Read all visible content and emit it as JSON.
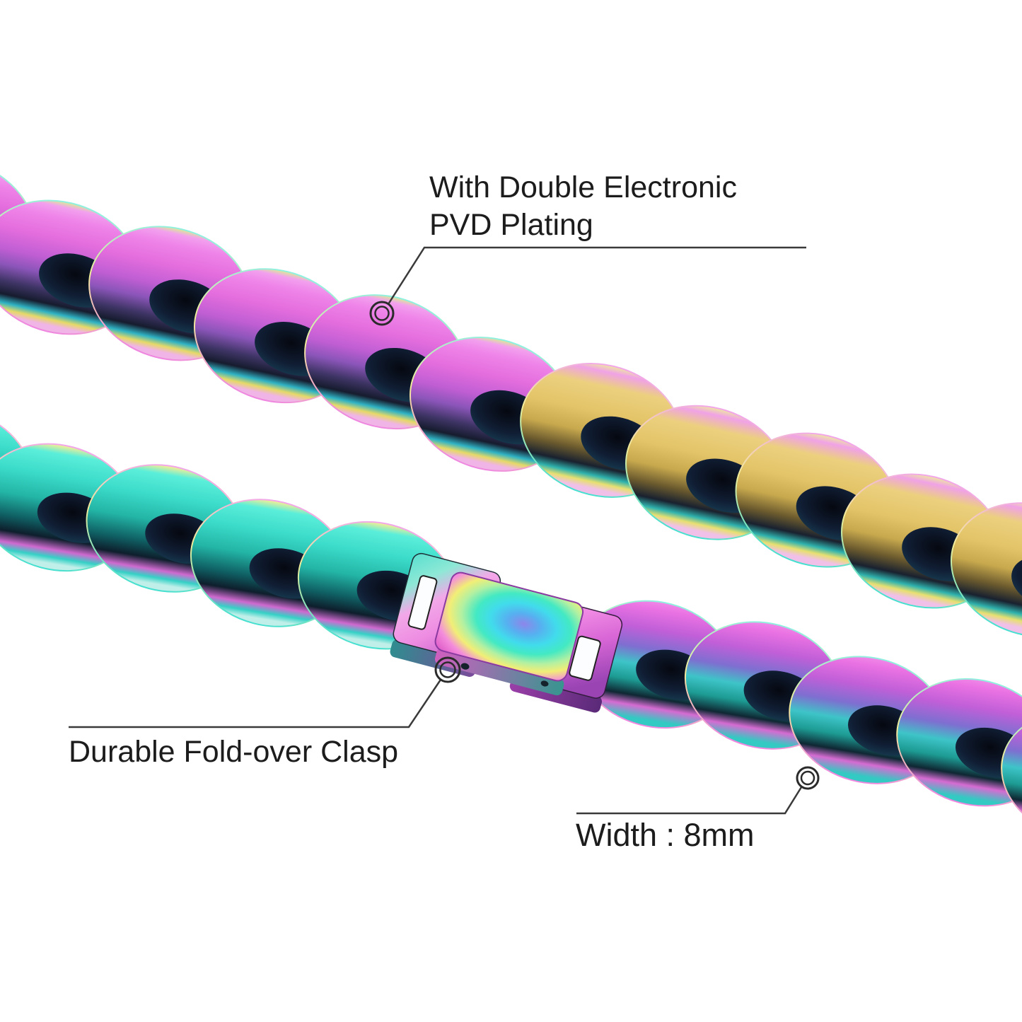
{
  "image": {
    "background": "#ffffff",
    "subject": "iridescent rainbow cuban link chain with fold-over clasp, annotated product photo"
  },
  "annotations": {
    "plating": {
      "line1": "With Double Electronic",
      "line2": "PVD Plating"
    },
    "clasp": {
      "label": "Durable Fold-over Clasp"
    },
    "width": {
      "label": "Width : 8mm"
    }
  },
  "palette": {
    "text": "#1c1c1c",
    "leader_line": "#3a3a3a",
    "marker_ring": "#2b2b2b",
    "chain_pink": "#ec7ee4",
    "chain_violet": "#8a55b8",
    "chain_teal": "#3cdcca",
    "chain_gold": "#e3c468",
    "chain_dark": "#141b2b",
    "clasp_core_violet": "#8d86ea",
    "clasp_cyan": "#41dcec",
    "clasp_yellow": "#f2ee76",
    "clasp_pink": "#f48cdc"
  }
}
